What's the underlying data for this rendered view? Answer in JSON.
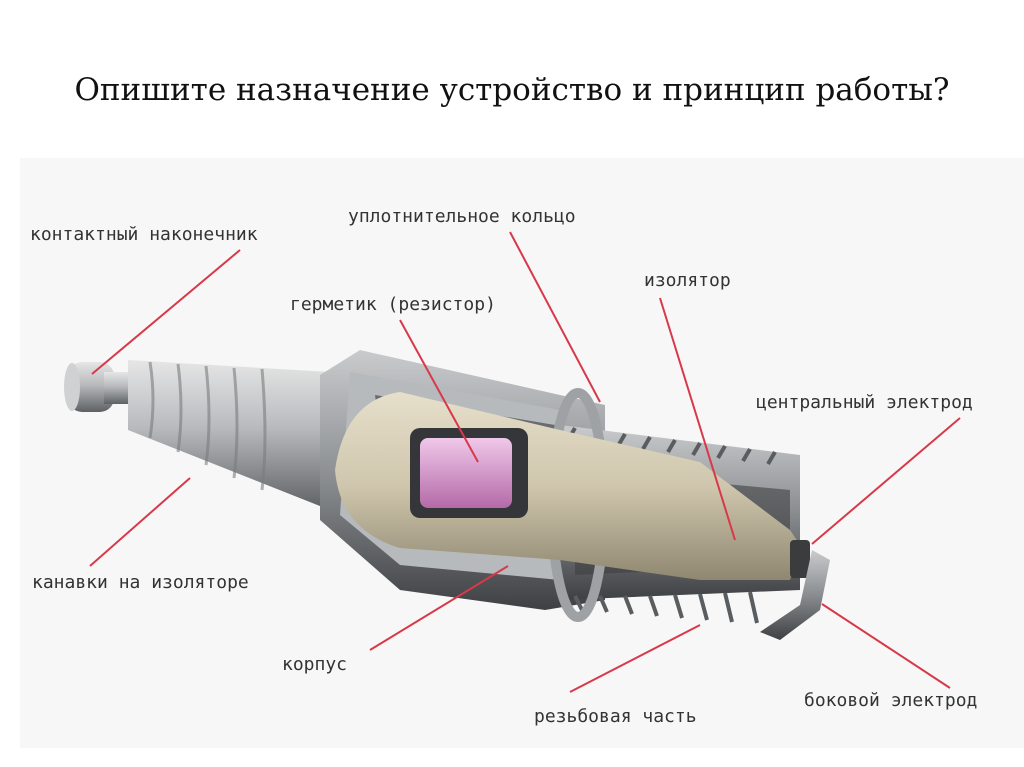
{
  "title": "Опишите назначение устройство и принцип работы?",
  "labels": {
    "contact_tip": "контактный наконечник",
    "seal_ring": "уплотнительное кольцо",
    "sealant": "герметик (резистор)",
    "insulator": "изолятор",
    "center_electrode": "центральный электрод",
    "insulator_grooves": "канавки на изоляторе",
    "body": "корпус",
    "side_electrode": "боковой электрод",
    "thread": "резьбовая часть"
  },
  "colors": {
    "leader": "#d8394a",
    "metal": "#8a8d90",
    "ceramic": "#cfc6ad",
    "resistor": "#d89ad0"
  }
}
